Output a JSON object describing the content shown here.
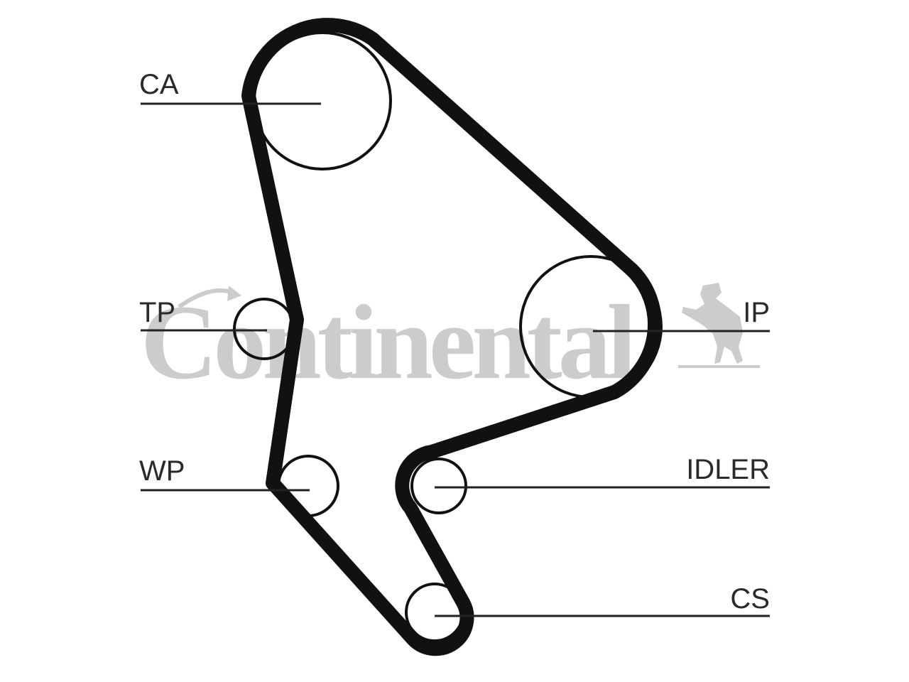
{
  "diagram": {
    "colors": {
      "belt": "#111111",
      "pulley": "#111111",
      "leader": "#222222",
      "label": "#2a2a2a",
      "watermark": "#cccccc"
    },
    "watermark": {
      "text": "Continental",
      "logo": "rearing-horse-icon"
    },
    "labels": {
      "ca": "CA",
      "tp": "TP",
      "ip": "IP",
      "wp": "WP",
      "idler": "IDLER",
      "cs": "CS"
    }
  }
}
